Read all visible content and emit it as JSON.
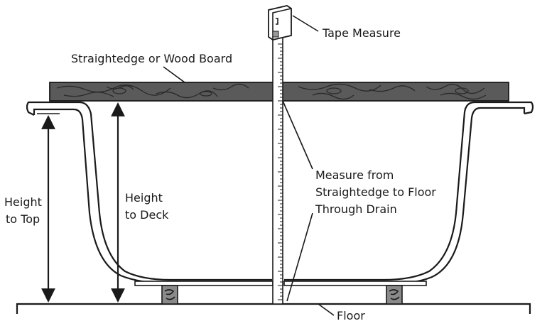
{
  "labels": {
    "tape_measure": "Tape Measure",
    "straightedge": "Straightedge or Wood Board",
    "measure_line1": "Measure from",
    "measure_line2": "Straightedge to Floor",
    "measure_line3": "Through Drain",
    "height_top_line1": "Height",
    "height_top_line2": "to Top",
    "height_deck_line1": "Height",
    "height_deck_line2": "to Deck",
    "floor": "Floor"
  },
  "colors": {
    "ink": "#1a1a1a",
    "board_fill": "#5a5a5a",
    "board_grain": "#2a2a2a",
    "tape_fill": "#ffffff"
  }
}
